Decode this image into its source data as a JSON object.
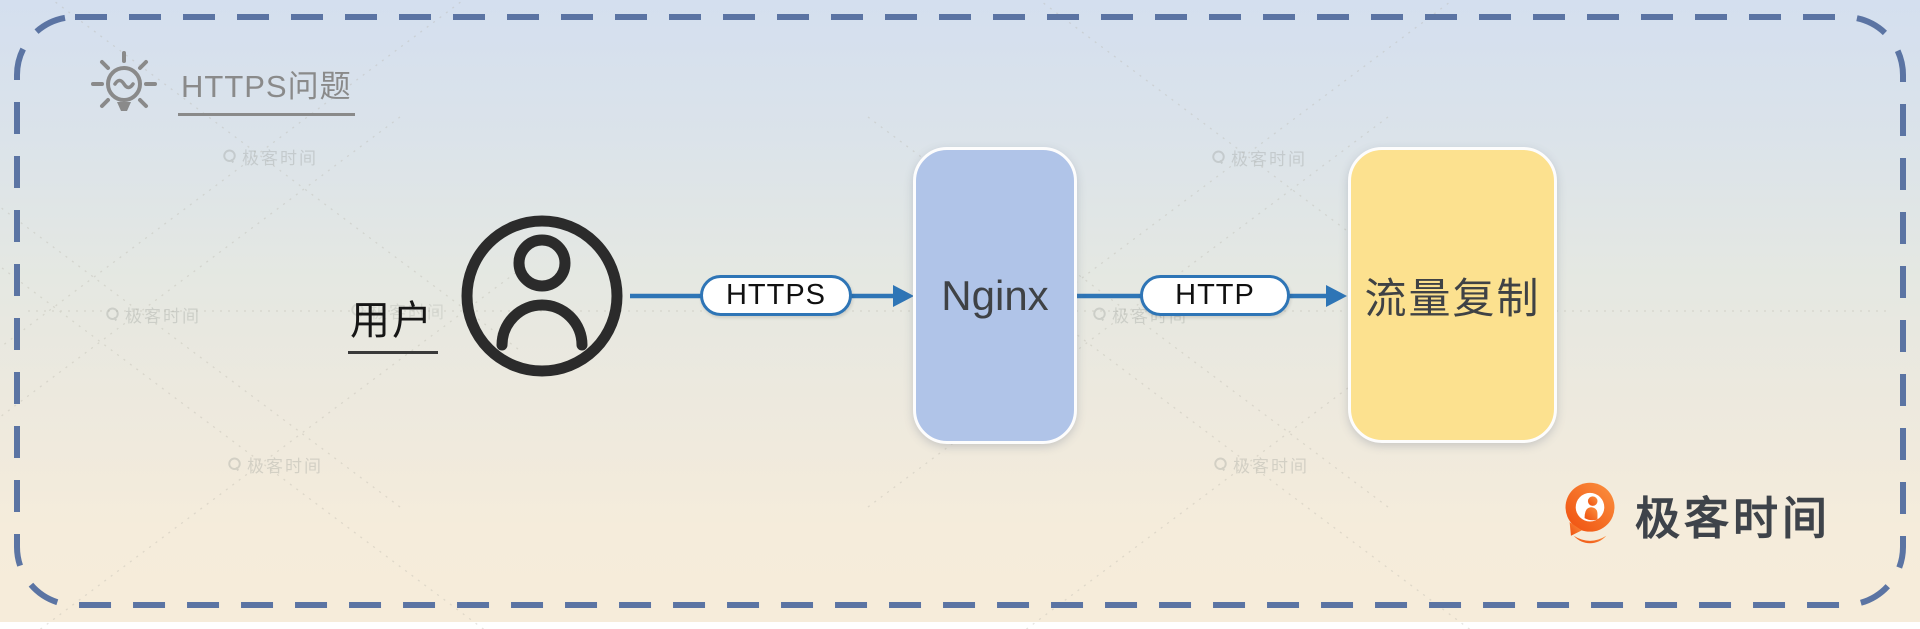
{
  "title": "HTTPS问题",
  "nodes": {
    "user": "用户",
    "nginx": "Nginx",
    "traffic_copy": "流量复制"
  },
  "edges": {
    "https": "HTTPS",
    "http": "HTTP"
  },
  "watermark": {
    "text": "极客时间"
  },
  "brand": {
    "name": "极客时间"
  },
  "colors": {
    "accent_blue": "#2e75b6",
    "dash_border": "#5b74a3",
    "nginx_fill": "#b0c4e8",
    "traffic_fill": "#fce18f",
    "brand_orange": "#f7731f",
    "title_gray": "#8a8a8a"
  }
}
